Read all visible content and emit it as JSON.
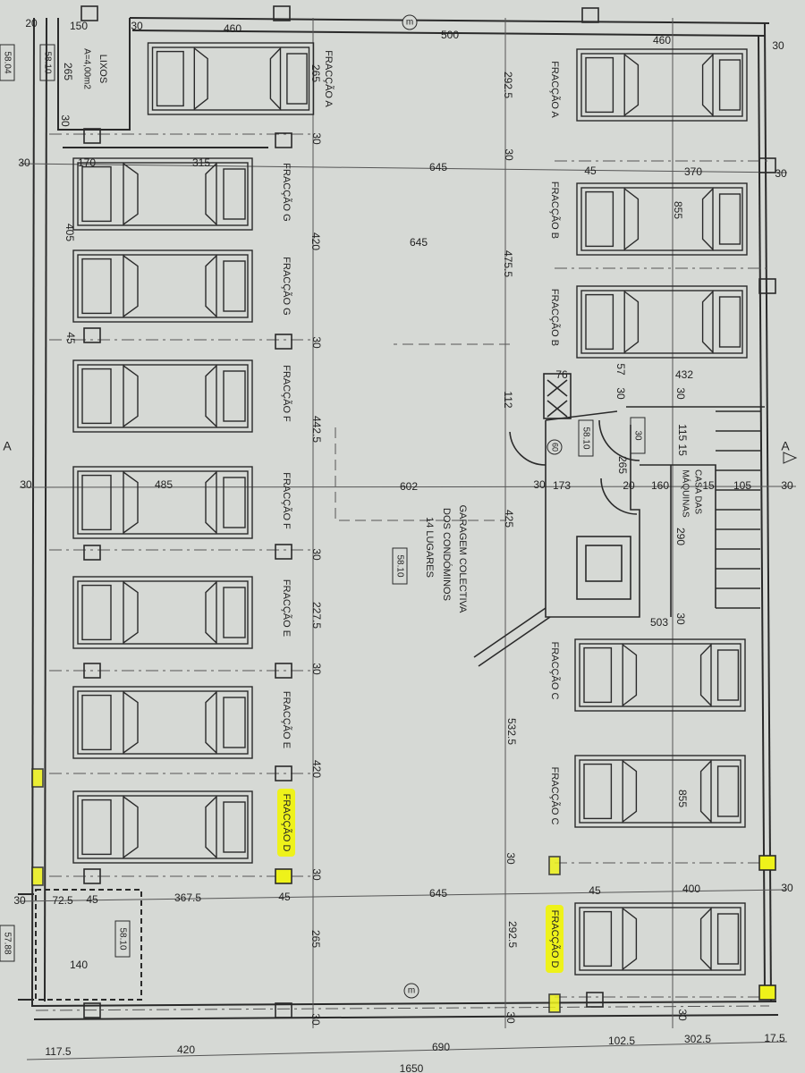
{
  "colors": {
    "paper": "#d6d9d5",
    "ink": "#2a2a2a",
    "highlight": "#eef21a"
  },
  "room_labels": {
    "lixos": "LIXOS",
    "lixos_area": "A=4,00m2",
    "garage_line1": "GARAGEM COLECTIVA",
    "garage_line2": "DOS CONDÓMINOS",
    "garage_line3": "14 LUGARES",
    "machines_line1": "CASA DAS",
    "machines_line2": "MÁQUINAS",
    "stair_mark": "60",
    "marker_m_top": "m",
    "marker_m_bottom": "m",
    "section_mark_left": "A",
    "section_mark_right": "A"
  },
  "level_tags": [
    "58.04",
    "58.10",
    "58.10",
    "30",
    "58.10",
    "57.88",
    "58.10"
  ],
  "parking": {
    "left": [
      {
        "label": "FRACÇÃO A",
        "highlighted": false
      },
      {
        "label": "FRACÇÃO G",
        "highlighted": false
      },
      {
        "label": "FRACÇÃO G",
        "highlighted": false
      },
      {
        "label": "FRACÇÃO F",
        "highlighted": false
      },
      {
        "label": "FRACÇÃO F",
        "highlighted": false
      },
      {
        "label": "FRACÇÃO E",
        "highlighted": false
      },
      {
        "label": "FRACÇÃO E",
        "highlighted": false
      },
      {
        "label": "FRACÇÃO D",
        "highlighted": true
      }
    ],
    "right": [
      {
        "label": "FRACÇÃO A",
        "highlighted": false
      },
      {
        "label": "FRACÇÃO B",
        "highlighted": false
      },
      {
        "label": "FRACÇÃO B",
        "highlighted": false
      },
      {
        "label": "FRACÇÃO C",
        "highlighted": false
      },
      {
        "label": "FRACÇÃO C",
        "highlighted": false
      },
      {
        "label": "FRACÇÃO D",
        "highlighted": true
      }
    ]
  },
  "dimensions": [
    "20",
    "150",
    "30",
    "460",
    "500",
    "460",
    "30",
    "265",
    "265",
    "292.5",
    "30",
    "30",
    "30",
    "30",
    "170",
    "315",
    "645",
    "45",
    "370",
    "30",
    "405",
    "420",
    "645",
    "855",
    "475.5",
    "45",
    "30",
    "76",
    "57",
    "432",
    "30",
    "30",
    "112",
    "442.5",
    "265",
    "115 15",
    "30",
    "485",
    "602",
    "30",
    "173",
    "20",
    "160",
    "15",
    "105",
    "30",
    "425",
    "290",
    "30",
    "227.5",
    "503",
    "30",
    "30",
    "532.5",
    "420",
    "855",
    "30",
    "30",
    "30",
    "72.5",
    "45",
    "367.5",
    "45",
    "645",
    "45",
    "400",
    "30",
    "265",
    "292.5",
    "140",
    "30",
    "30",
    "30",
    "117.5",
    "420",
    "690",
    "102.5",
    "302.5",
    "17.5",
    "1650"
  ]
}
